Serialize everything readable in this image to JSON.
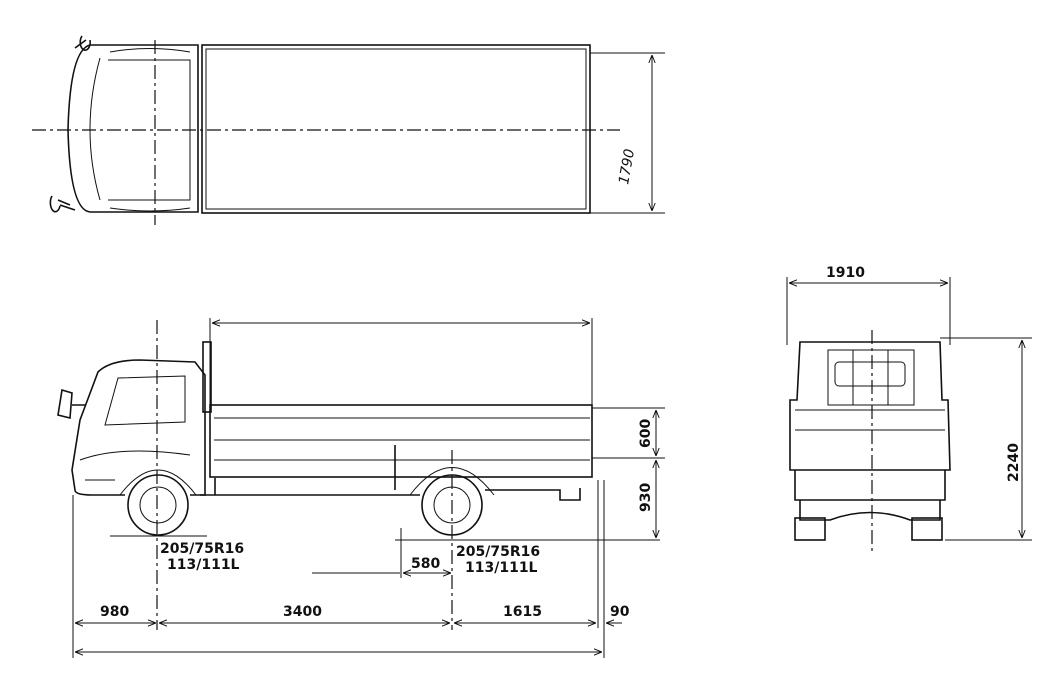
{
  "top_view": {
    "width_dim": "1790"
  },
  "side_view": {
    "front_tire": {
      "size": "205/75R16",
      "load": "113/111L"
    },
    "rear_tire": {
      "size": "205/75R16",
      "load": "113/111L"
    },
    "offset_dim": "580",
    "bed_height_dim": "600",
    "floor_height_dim": "930",
    "front_overhang": "980",
    "wheelbase": "3400",
    "rear_overhang": "1615",
    "rear_extension": "90"
  },
  "rear_view": {
    "width_dim": "1910",
    "height_dim": "2240"
  },
  "colors": {
    "line": "#111111",
    "background": "#ffffff"
  }
}
